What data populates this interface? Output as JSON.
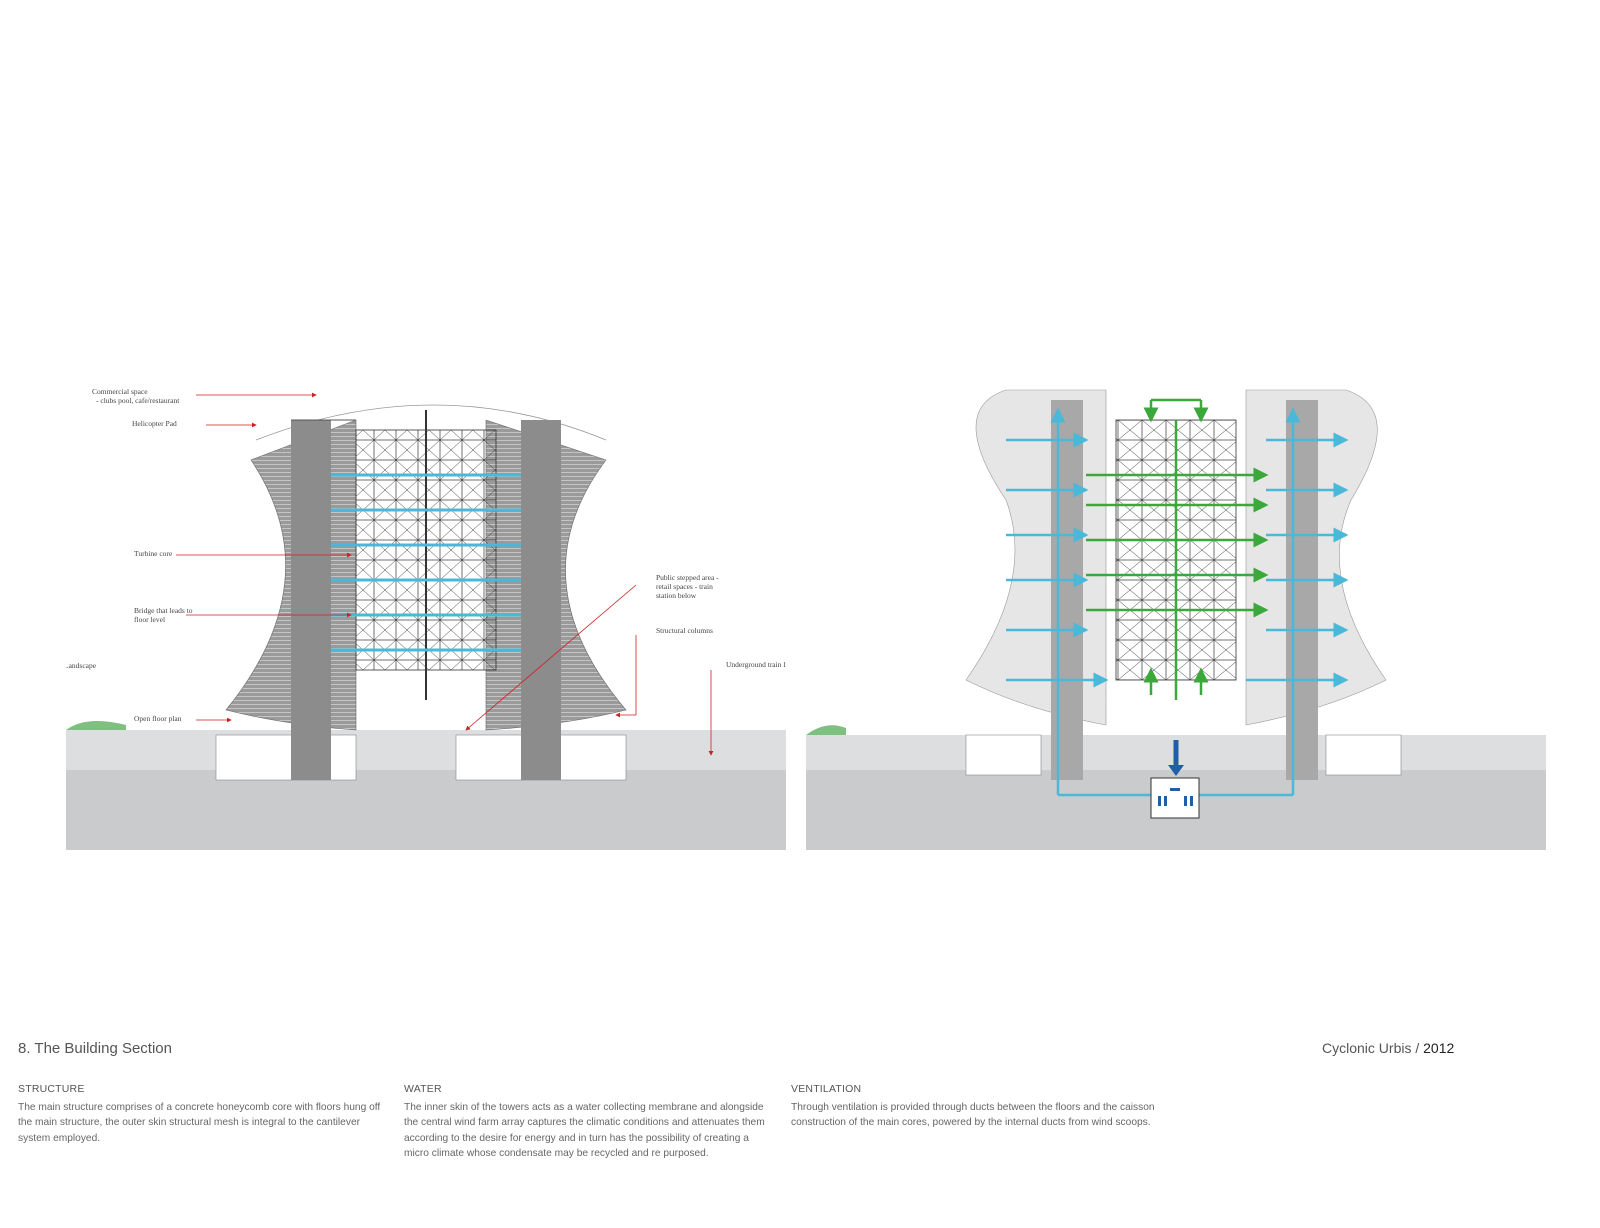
{
  "left_diagram": {
    "labels": {
      "commercial_line1": "Commercial space",
      "commercial_line2": "- clubs pool, cafe/restaurant",
      "helipad": "Helicopter Pad",
      "turbine": "Turbine core",
      "bridge_line1": "Bridge that leads to",
      "bridge_line2": "floor level",
      "landscape": "Landscape",
      "open_floor": "Open floor plan",
      "public_line1": "Public stepped area -",
      "public_line2": "retail spaces - train",
      "public_line3": "station below",
      "columns": "Structural columns",
      "underground": "Underground train line"
    }
  },
  "colors": {
    "annotation_arrow": "#cc2222",
    "water_flow": "#4ab8d8",
    "ventilation_flow": "#3aa83a",
    "duct_down": "#1f5fa8",
    "concrete": "#8c8c8c",
    "ground": "#c8cacc"
  },
  "footer": {
    "page_title": "8. The Building Section",
    "project": "Cyclonic Urbis / ",
    "year": "2012",
    "structure": {
      "heading": "STRUCTURE",
      "body": "The main structure comprises of a concrete honeycomb core with floors hung off the main structure, the outer skin structural mesh is integral to the cantilever system employed."
    },
    "water": {
      "heading": "WATER",
      "body": "The inner skin of the towers acts as a water collecting membrane and alongside the   central wind farm array captures the climatic conditions and attenuates them according to the desire for energy and in turn has the possibility of creating a micro climate whose condensate may be recycled and re purposed."
    },
    "ventilation": {
      "heading": "VENTILATION",
      "body": "Through ventilation is provided through ducts between the floors and the caisson construction of the main cores, powered by the internal ducts from wind scoops."
    }
  }
}
